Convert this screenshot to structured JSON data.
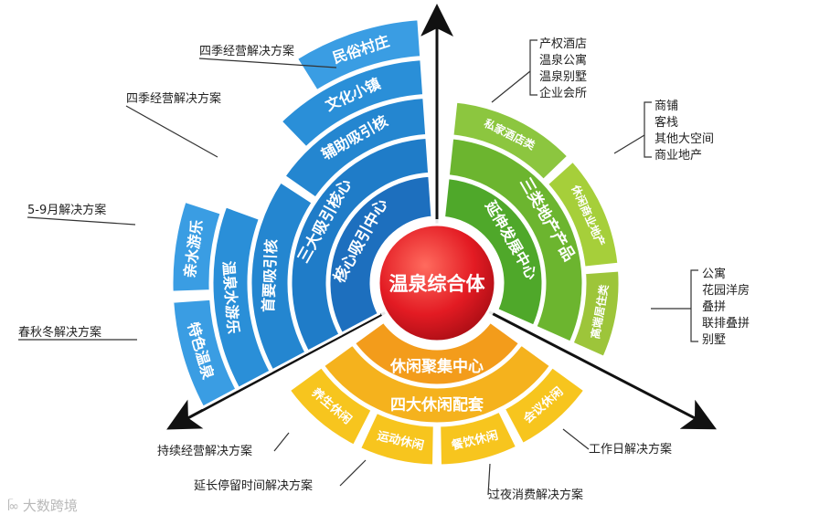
{
  "center": {
    "label": "温泉综合体"
  },
  "blue_sector": {
    "color_outer": "#2a8fd8",
    "color_inner": "#1d6fbe",
    "ring1": "核心吸引中心",
    "ring2": "三大吸引核心",
    "ring3": [
      "首要吸引核",
      "辅助吸引核"
    ],
    "ring4": [
      "温泉水游乐",
      "文化小镇"
    ],
    "ring5": [
      "特色温泉",
      "亲水游乐",
      "民俗村庄"
    ],
    "callouts": [
      "春秋冬解决方案",
      "5-9月解决方案",
      "四季经营解决方案",
      "四季经营解决方案"
    ]
  },
  "green_sector": {
    "color_outer": "#8cc63f",
    "color_inner": "#4fa82a",
    "ring1": "延伸发展中心",
    "ring2": "三类地产产品",
    "ring3": [
      "私家酒店类",
      "休闲商业地产",
      "高端居住类"
    ],
    "callouts_top": [
      "产权酒店",
      "温泉公寓",
      "温泉别墅",
      "企业会所"
    ],
    "callouts_mid": [
      "商铺",
      "客栈",
      "其他大空间",
      "商业地产"
    ],
    "callouts_bot": [
      "公寓",
      "花园洋房",
      "叠拼",
      "联排叠拼",
      "别墅"
    ]
  },
  "yellow_sector": {
    "color_outer": "#f7c51e",
    "color_inner": "#f39c1b",
    "ring1": "休闲聚集中心",
    "ring2": "四大休闲配套",
    "ring3": [
      "养生休闲",
      "运动休闲",
      "餐饮休闲",
      "会议休闲"
    ],
    "callouts": [
      "持续经营解决方案",
      "延长停留时间解决方案",
      "过夜消费解决方案",
      "工作日解决方案"
    ]
  },
  "watermark": {
    "logo": "ᥬ∞",
    "text": "大数跨境"
  }
}
